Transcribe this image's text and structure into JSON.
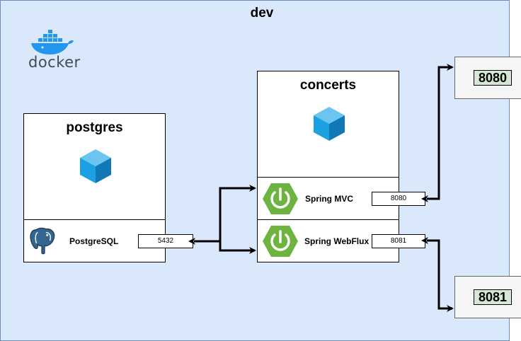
{
  "environment": {
    "title": "dev"
  },
  "docker": {
    "logo_text": "docker"
  },
  "containers": {
    "postgres": {
      "title": "postgres",
      "service": {
        "label": "PostgreSQL",
        "port": "5432",
        "icon": "postgresql-elephant-icon"
      }
    },
    "concerts": {
      "title": "concerts",
      "services": [
        {
          "label": "Spring MVC",
          "port": "8080",
          "icon": "spring-power-icon"
        },
        {
          "label": "Spring WebFlux",
          "port": "8081",
          "icon": "spring-power-icon"
        }
      ]
    }
  },
  "host_ports": [
    "8080",
    "8081"
  ],
  "colors": {
    "environment_fill": "#dae8fc",
    "environment_border": "#6c8ebf",
    "host_port_tag": "#d5e8d4",
    "spring_green": "#6db33f",
    "cube_blue": "#1ba1e2"
  }
}
